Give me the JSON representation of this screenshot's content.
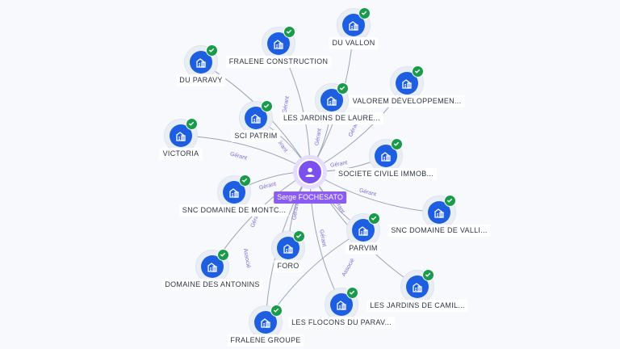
{
  "center": {
    "name": "Serge FOCHESATO",
    "icon": "person-icon",
    "color": "#7b4ff0"
  },
  "node_icon": "company-building-icon",
  "verified_icon": "verified-check-icon",
  "companies": [
    {
      "id": "du-vallon",
      "label": "DU VALLON"
    },
    {
      "id": "fralene-construction",
      "label": "FRALENE CONSTRUCTION"
    },
    {
      "id": "du-paravy",
      "label": "DU PARAVY"
    },
    {
      "id": "valorem",
      "label": "VALOREM DÉVELOPPEMEN..."
    },
    {
      "id": "jardins-laure",
      "label": "LES JARDINS DE LAURE..."
    },
    {
      "id": "sci-patrim",
      "label": "SCI PATRIM"
    },
    {
      "id": "victoria",
      "label": "VICTORIA"
    },
    {
      "id": "societe-civile",
      "label": "SOCIETE CIVILE IMMOB..."
    },
    {
      "id": "snc-montc",
      "label": "SNC DOMAINE DE MONTC..."
    },
    {
      "id": "snc-valli",
      "label": "SNC DOMAINE DE VALLI..."
    },
    {
      "id": "parvim",
      "label": "PARVIM"
    },
    {
      "id": "foro",
      "label": "FORO"
    },
    {
      "id": "domaine-antonins",
      "label": "DOMAINE DES ANTONINS"
    },
    {
      "id": "jardins-camil",
      "label": "LES JARDINS DE CAMIL..."
    },
    {
      "id": "flocons",
      "label": "LES FLOCONS DU PARAV..."
    },
    {
      "id": "fralene-groupe",
      "label": "FRALENE GROUPE"
    }
  ],
  "edges": [
    {
      "from": "center",
      "to": "du-vallon",
      "label": ""
    },
    {
      "from": "center",
      "to": "fralene-construction",
      "label": "Gérant"
    },
    {
      "from": "center",
      "to": "du-paravy",
      "label": ""
    },
    {
      "from": "center",
      "to": "valorem",
      "label": "Gérant"
    },
    {
      "from": "center",
      "to": "jardins-laure",
      "label": "Gérant"
    },
    {
      "from": "center",
      "to": "sci-patrim",
      "label": "Gérant"
    },
    {
      "from": "center",
      "to": "victoria",
      "label": "Gérant"
    },
    {
      "from": "center",
      "to": "societe-civile",
      "label": "Gérant"
    },
    {
      "from": "center",
      "to": "snc-montc",
      "label": "Gérant"
    },
    {
      "from": "center",
      "to": "snc-valli",
      "label": "Gérant"
    },
    {
      "from": "center",
      "to": "parvim",
      "label": "Gérant"
    },
    {
      "from": "center",
      "to": "foro",
      "label": "Gérant"
    },
    {
      "from": "center",
      "to": "domaine-antonins",
      "label": "Gérant"
    },
    {
      "from": "center",
      "to": "jardins-camil",
      "label": ""
    },
    {
      "from": "center",
      "to": "flocons",
      "label": "Gérant"
    },
    {
      "from": "center",
      "to": "fralene-groupe",
      "label": "Associé"
    },
    {
      "from": "parvim",
      "to": "fralene-groupe",
      "label": "Associé"
    }
  ]
}
